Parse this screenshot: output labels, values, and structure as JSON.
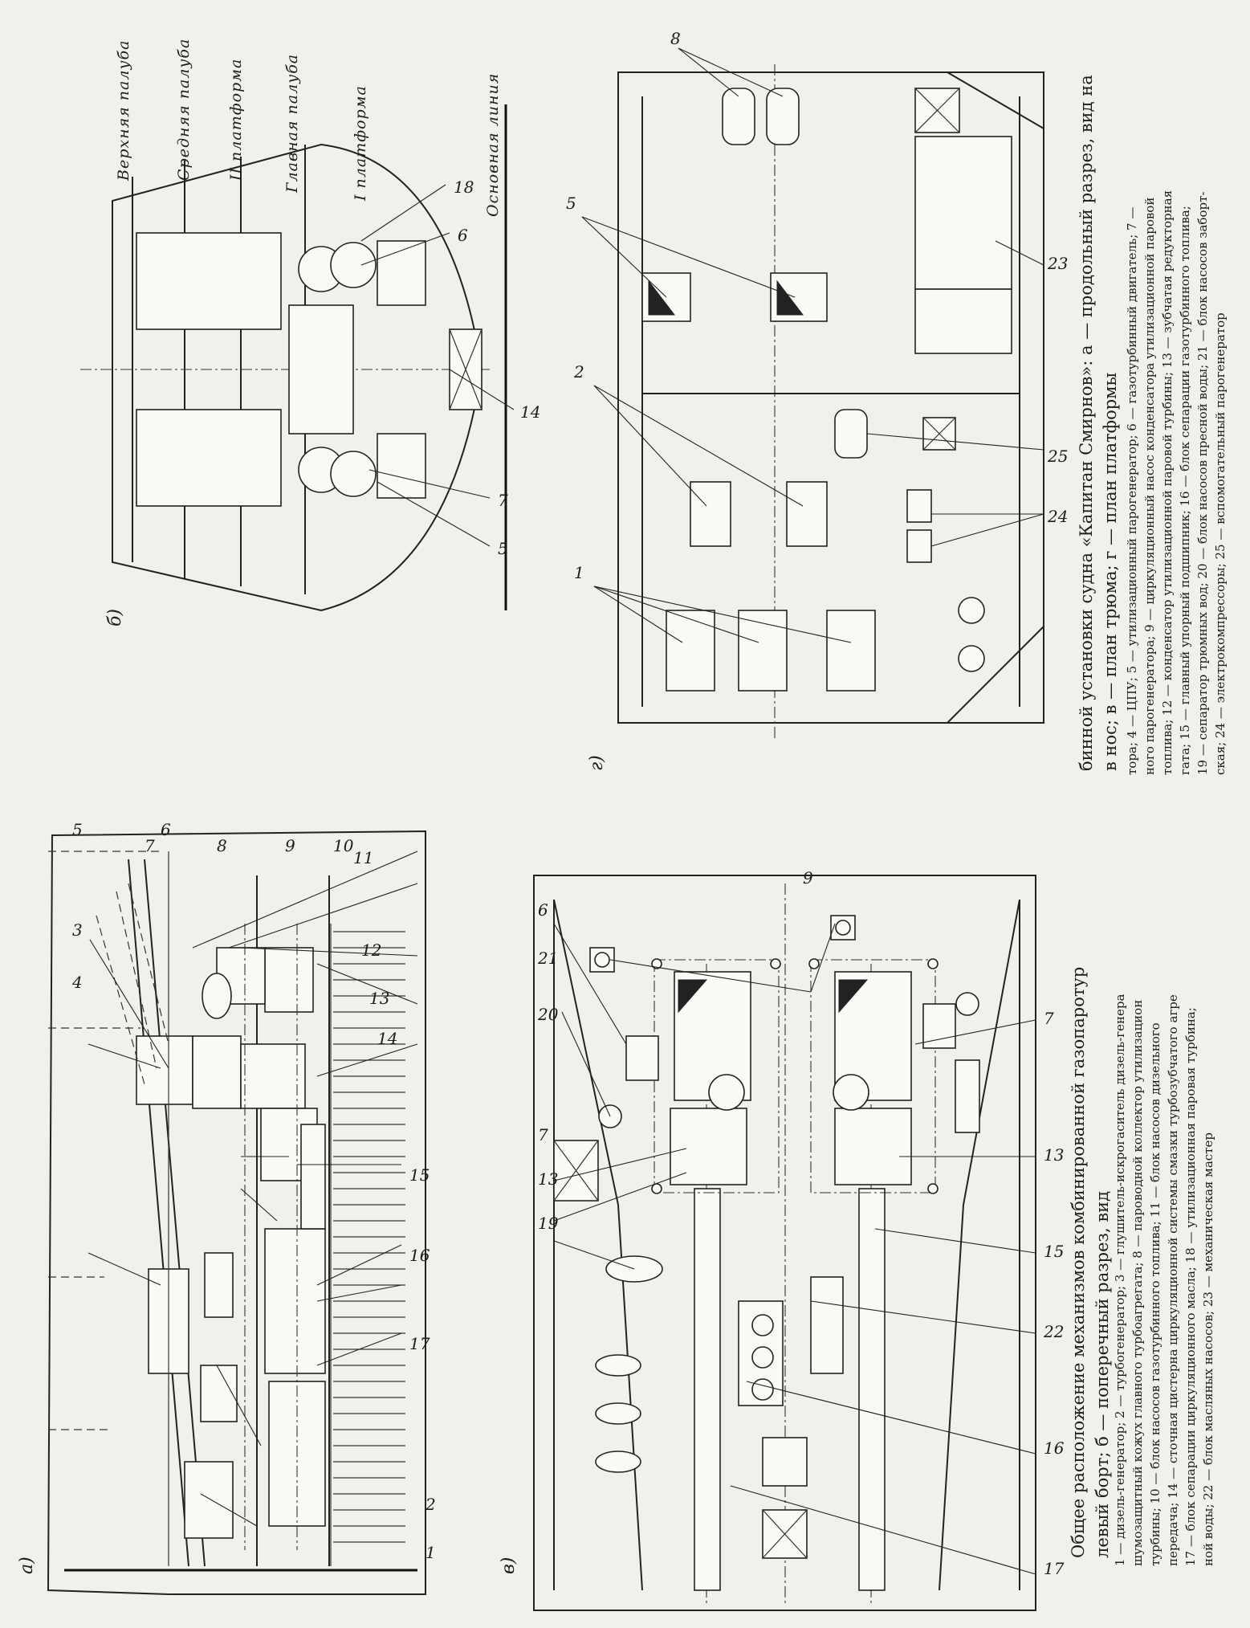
{
  "caption": {
    "line1": "Общее расположение механизмов комбинированной газопаротур",
    "line2": "левый борт; б — поперечный разрез, вид",
    "line3": "бинной установки судна «Капитан Смирнов»: а — продольный разрез, вид на",
    "line4": "в нос; в — план трюма; г — план платформы"
  },
  "legend": {
    "left": [
      "1 — дизель-генератор; 2 — турбогенератор; 3 — глушитель-искрогаситель дизель-генера",
      "шумозащитный кожух главного турбоагрегата; 8 — пароводной коллектор утилизацион",
      "турбины; 10 — блок насосов газотурбинного топлива; 11 — блок насосов дизельного",
      "передача; 14 — сточная цистерна циркуляционной системы смазки турбозубчатого агре",
      "17 — блок сепарации циркуляционного масла; 18 — утилизационная паровая турбина;",
      "ной воды; 22 — блок масляных насосов; 23 — механическая мастер"
    ],
    "right": [
      "тора; 4 — ЦПУ; 5 — утилизационный парогенератор; 6 — газотурбинный двигатель; 7 —",
      "ного парогенератора; 9 — циркуляционный насос конденсатора утилизационной паровой",
      "топлива; 12 — конденсатор утилизационной паровой турбины; 13 — зубчатая редукторная",
      "гата; 15 — главный упорный подшипник; 16 — блок сепарации газотурбинного топлива;",
      "19 — сепаратор трюмных вод; 20 — блок насосов пресной воды; 21 — блок насосов заборт-",
      "ская; 24 — электрокомпрессоры; 25 — вспомогательный парогенератор"
    ]
  },
  "panels": {
    "a": "а)",
    "b": "б)",
    "v": "в)",
    "g": "г)"
  },
  "decks": [
    "Верхняя палуба",
    "Средняя палуба",
    "II платформа",
    "Главная палуба",
    "I платформа",
    "Основная линия"
  ],
  "labels": {
    "a": [
      "1",
      "2",
      "3",
      "4",
      "5",
      "6",
      "7",
      "8",
      "9",
      "10",
      "11",
      "12",
      "13",
      "14",
      "15",
      "16",
      "17"
    ],
    "b": [
      "5",
      "7",
      "6",
      "18",
      "14"
    ],
    "v": [
      "17",
      "16",
      "22",
      "15",
      "13",
      "7",
      "19",
      "13",
      "7",
      "20",
      "21",
      "6",
      "9"
    ],
    "g": [
      "1",
      "2",
      "5",
      "8",
      "23",
      "24",
      "25"
    ]
  }
}
